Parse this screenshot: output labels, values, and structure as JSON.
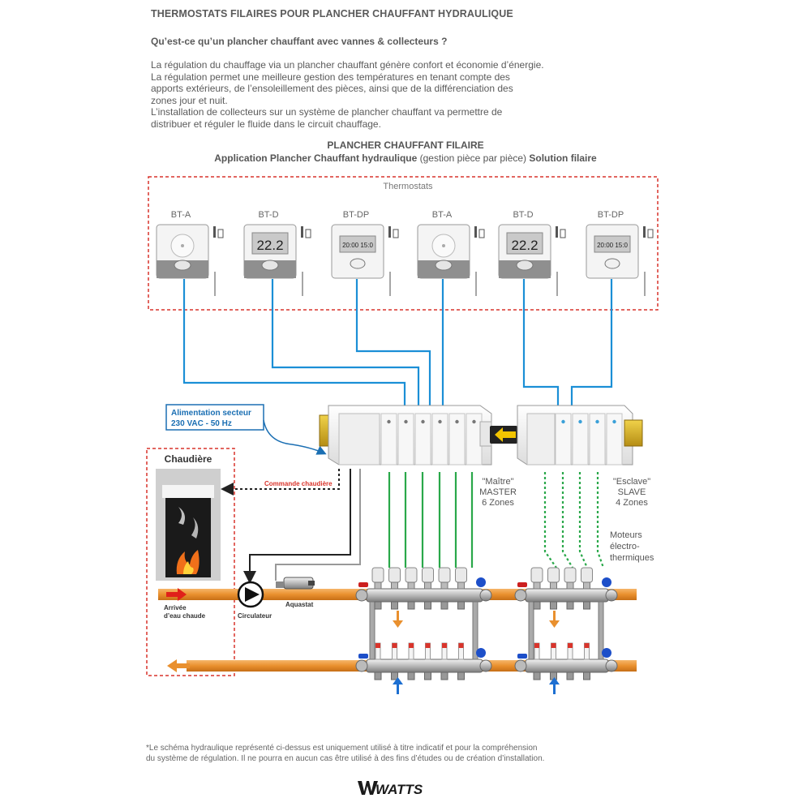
{
  "page": {
    "title": "THERMOSTATS FILAIRES POUR PLANCHER CHAUFFANT HYDRAULIQUE",
    "question": "Qu’est-ce qu’un plancher chauffant avec vannes & collecteurs ?",
    "intro_lines": [
      "La régulation du chauffage via un plancher chauffant génère confort et économie d’énergie.",
      "La régulation permet une meilleure gestion des températures en tenant compte des",
      "apports extérieurs, de l’ensoleillement des pièces, ainsi que de la différenciation des",
      "zones jour et nuit.",
      "L’installation de collecteurs sur un système de plancher chauffant va permettre de",
      "distribuer et réguler  le fluide dans le circuit chauffage."
    ]
  },
  "diagram": {
    "heading": "PLANCHER CHAUFFANT FILAIRE",
    "sub_bold_1": "Application Plancher Chauffant hydraulique",
    "sub_normal": " (gestion pièce par pièce) ",
    "sub_bold_2": "Solution filaire",
    "thermostats_label": "Thermostats",
    "thermostats": [
      {
        "label": "BT-A",
        "type": "analog"
      },
      {
        "label": "BT-D",
        "type": "digital",
        "display": "22.2"
      },
      {
        "label": "BT-DP",
        "type": "programmable",
        "display": "20:00 15:0"
      },
      {
        "label": "BT-A",
        "type": "analog"
      },
      {
        "label": "BT-D",
        "type": "digital",
        "display": "22.2"
      },
      {
        "label": "BT-DP",
        "type": "programmable",
        "display": "20:00 15:0"
      }
    ],
    "power_line1": "Alimentation secteur",
    "power_line2": "230 VAC - 50 Hz",
    "boiler_label": "Chaudière",
    "boiler_command": "Commande chaudière",
    "master_line1": "\"Maître\"",
    "master_line2": "MASTER",
    "master_line3": "6 Zones",
    "slave_line1": "\"Esclave\"",
    "slave_line2": "SLAVE",
    "slave_line3": "4 Zones",
    "motors_line1": "Moteurs",
    "motors_line2": "électro-",
    "motors_line3": "thermiques",
    "hot_water_line1": "Arrivée",
    "hot_water_line2": "d’eau chaude",
    "circulator": "Circulateur",
    "aquastat": "Aquastat",
    "colors": {
      "wire_blue": "#1b8fd6",
      "wire_green": "#2aa84a",
      "dash_red": "#d9342b",
      "pipe_orange": "#e9902e",
      "arrow_red": "#e0201a",
      "arrow_blue": "#1d6fd1"
    }
  },
  "footnote_lines": [
    "*Le schéma hydraulique représenté ci-dessus est uniquement utilisé à titre indicatif et pour la compréhension",
    " du système de régulation. Il ne pourra en aucun cas être utilisé à des fins d’études ou de création d’installation."
  ],
  "brand": "WATTS"
}
